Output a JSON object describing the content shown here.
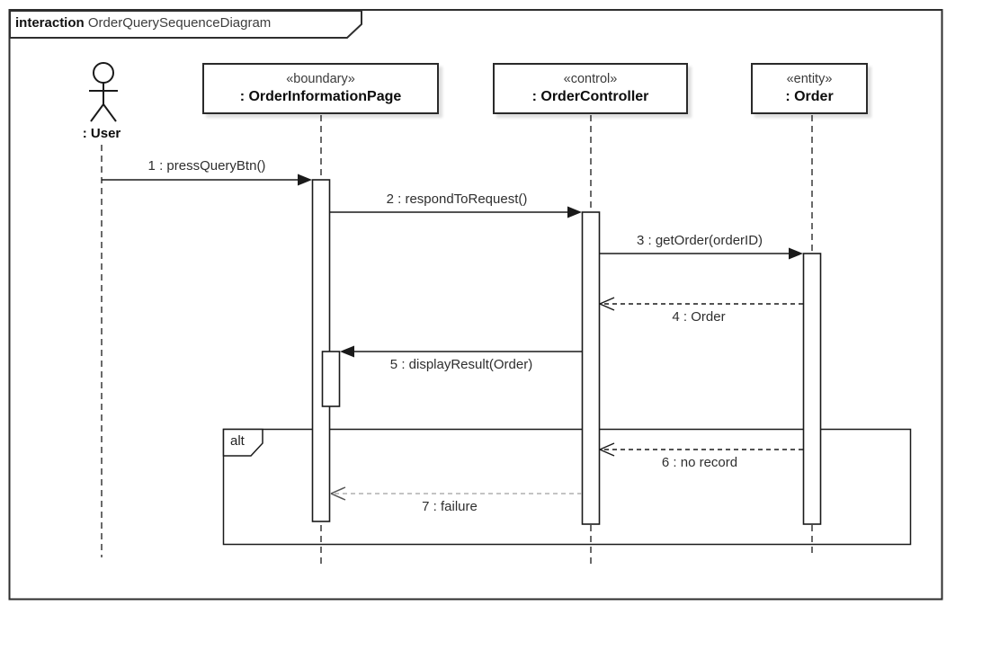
{
  "frame": {
    "title_keyword": "interaction",
    "title_name": "OrderQuerySequenceDiagram"
  },
  "actor": {
    "label": ": User"
  },
  "lifelines": [
    {
      "stereotype": "«boundary»",
      "name": ": OrderInformationPage"
    },
    {
      "stereotype": "«control»",
      "name": ": OrderController"
    },
    {
      "stereotype": "«entity»",
      "name": ": Order"
    }
  ],
  "messages": [
    {
      "label": "1 : pressQueryBtn()",
      "kind": "sync"
    },
    {
      "label": "2 : respondToRequest()",
      "kind": "sync"
    },
    {
      "label": "3 : getOrder(orderID)",
      "kind": "sync"
    },
    {
      "label": "4 : Order",
      "kind": "return"
    },
    {
      "label": "5 : displayResult(Order)",
      "kind": "sync"
    },
    {
      "label": "6 : no record",
      "kind": "return"
    },
    {
      "label": "7 : failure",
      "kind": "return"
    }
  ],
  "fragment": {
    "operator": "alt"
  },
  "colors": {
    "line": "#1a1a1a",
    "frame_border": "#2e2e2e",
    "text": "#2e2e2e",
    "return_line_light": "#b0b0b0",
    "background": "#ffffff"
  }
}
